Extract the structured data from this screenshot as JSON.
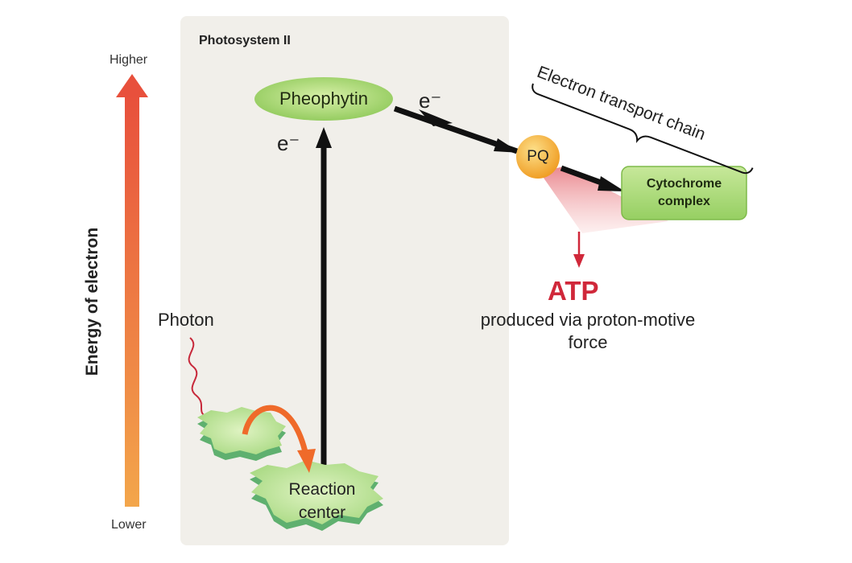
{
  "energy_axis": {
    "label": "Energy of electron",
    "high_label": "Higher",
    "low_label": "Lower"
  },
  "photosystem": {
    "title": "Photosystem II"
  },
  "nodes": {
    "pheophytin": "Pheophytin",
    "pq": "PQ",
    "cytochrome": "Cytochrome complex",
    "reaction_center": "Reaction center"
  },
  "electron_labels": {
    "vertical": "e⁻",
    "transfer": "e⁻"
  },
  "electron_transport_chain": "Electron transport chain",
  "atp": {
    "label": "ATP",
    "description": "produced via proton-motive force"
  },
  "photon_label": "Photon",
  "colors": {
    "panel": "#f1efea",
    "arrow": "#111111",
    "energy_gradient_top": "#e8503c",
    "energy_gradient_bottom": "#f3a64b",
    "leaf_green": "#a8d982",
    "pq_orange": "#f0a42a",
    "atp_red": "#d0283a"
  }
}
